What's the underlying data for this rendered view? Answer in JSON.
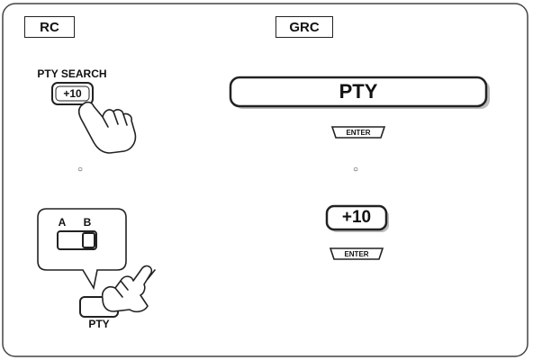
{
  "sections": {
    "rc": {
      "label": "RC"
    },
    "grc": {
      "label": "GRC"
    }
  },
  "rc": {
    "pty_search_label": "PTY SEARCH",
    "plus10_button": "+10",
    "or_mark": "○",
    "switch": {
      "label_a": "A",
      "label_b": "B"
    },
    "pty_button": "PTY"
  },
  "grc": {
    "pty_display": "PTY",
    "enter_button_1": "ENTER",
    "or_mark": "○",
    "plus10_button": "+10",
    "enter_button_2": "ENTER"
  },
  "colors": {
    "line": "#222222",
    "background": "#ffffff",
    "fill": "#eeeeee"
  }
}
